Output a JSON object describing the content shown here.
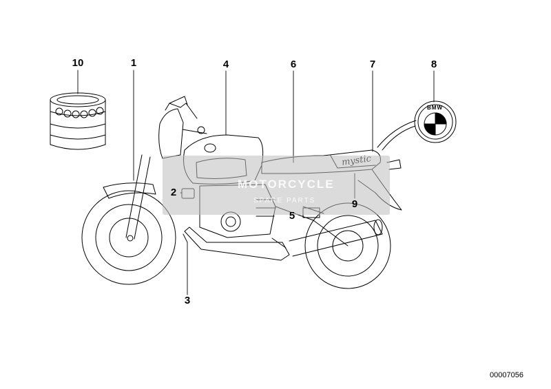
{
  "callouts": {
    "c1": "1",
    "c2": "2",
    "c3": "3",
    "c4": "4",
    "c5": "5",
    "c6": "6",
    "c7": "7",
    "c8": "8",
    "c9": "9",
    "c10": "10"
  },
  "decals": {
    "side_script": "mystic",
    "badge_letters": "BMW"
  },
  "watermark": {
    "line1": "MOTORCYCLE",
    "line2": "SPARE PARTS"
  },
  "reference_code": "00007056"
}
